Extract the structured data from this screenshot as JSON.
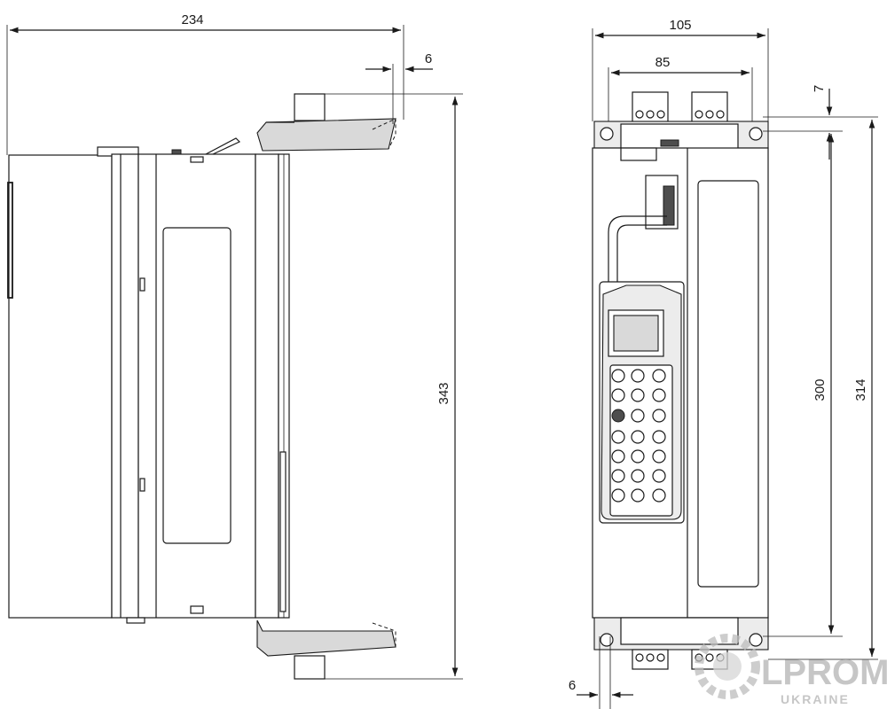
{
  "dimensions": {
    "side_width": "234",
    "side_offset": "6",
    "side_height": "343",
    "front_width": "105",
    "front_inner_width": "85",
    "front_top_offset": "7",
    "front_inner_height": "300",
    "front_height": "314",
    "front_bottom_offset": "6"
  },
  "watermark": {
    "line1": "LPROM",
    "line2": "UKRAINE"
  }
}
